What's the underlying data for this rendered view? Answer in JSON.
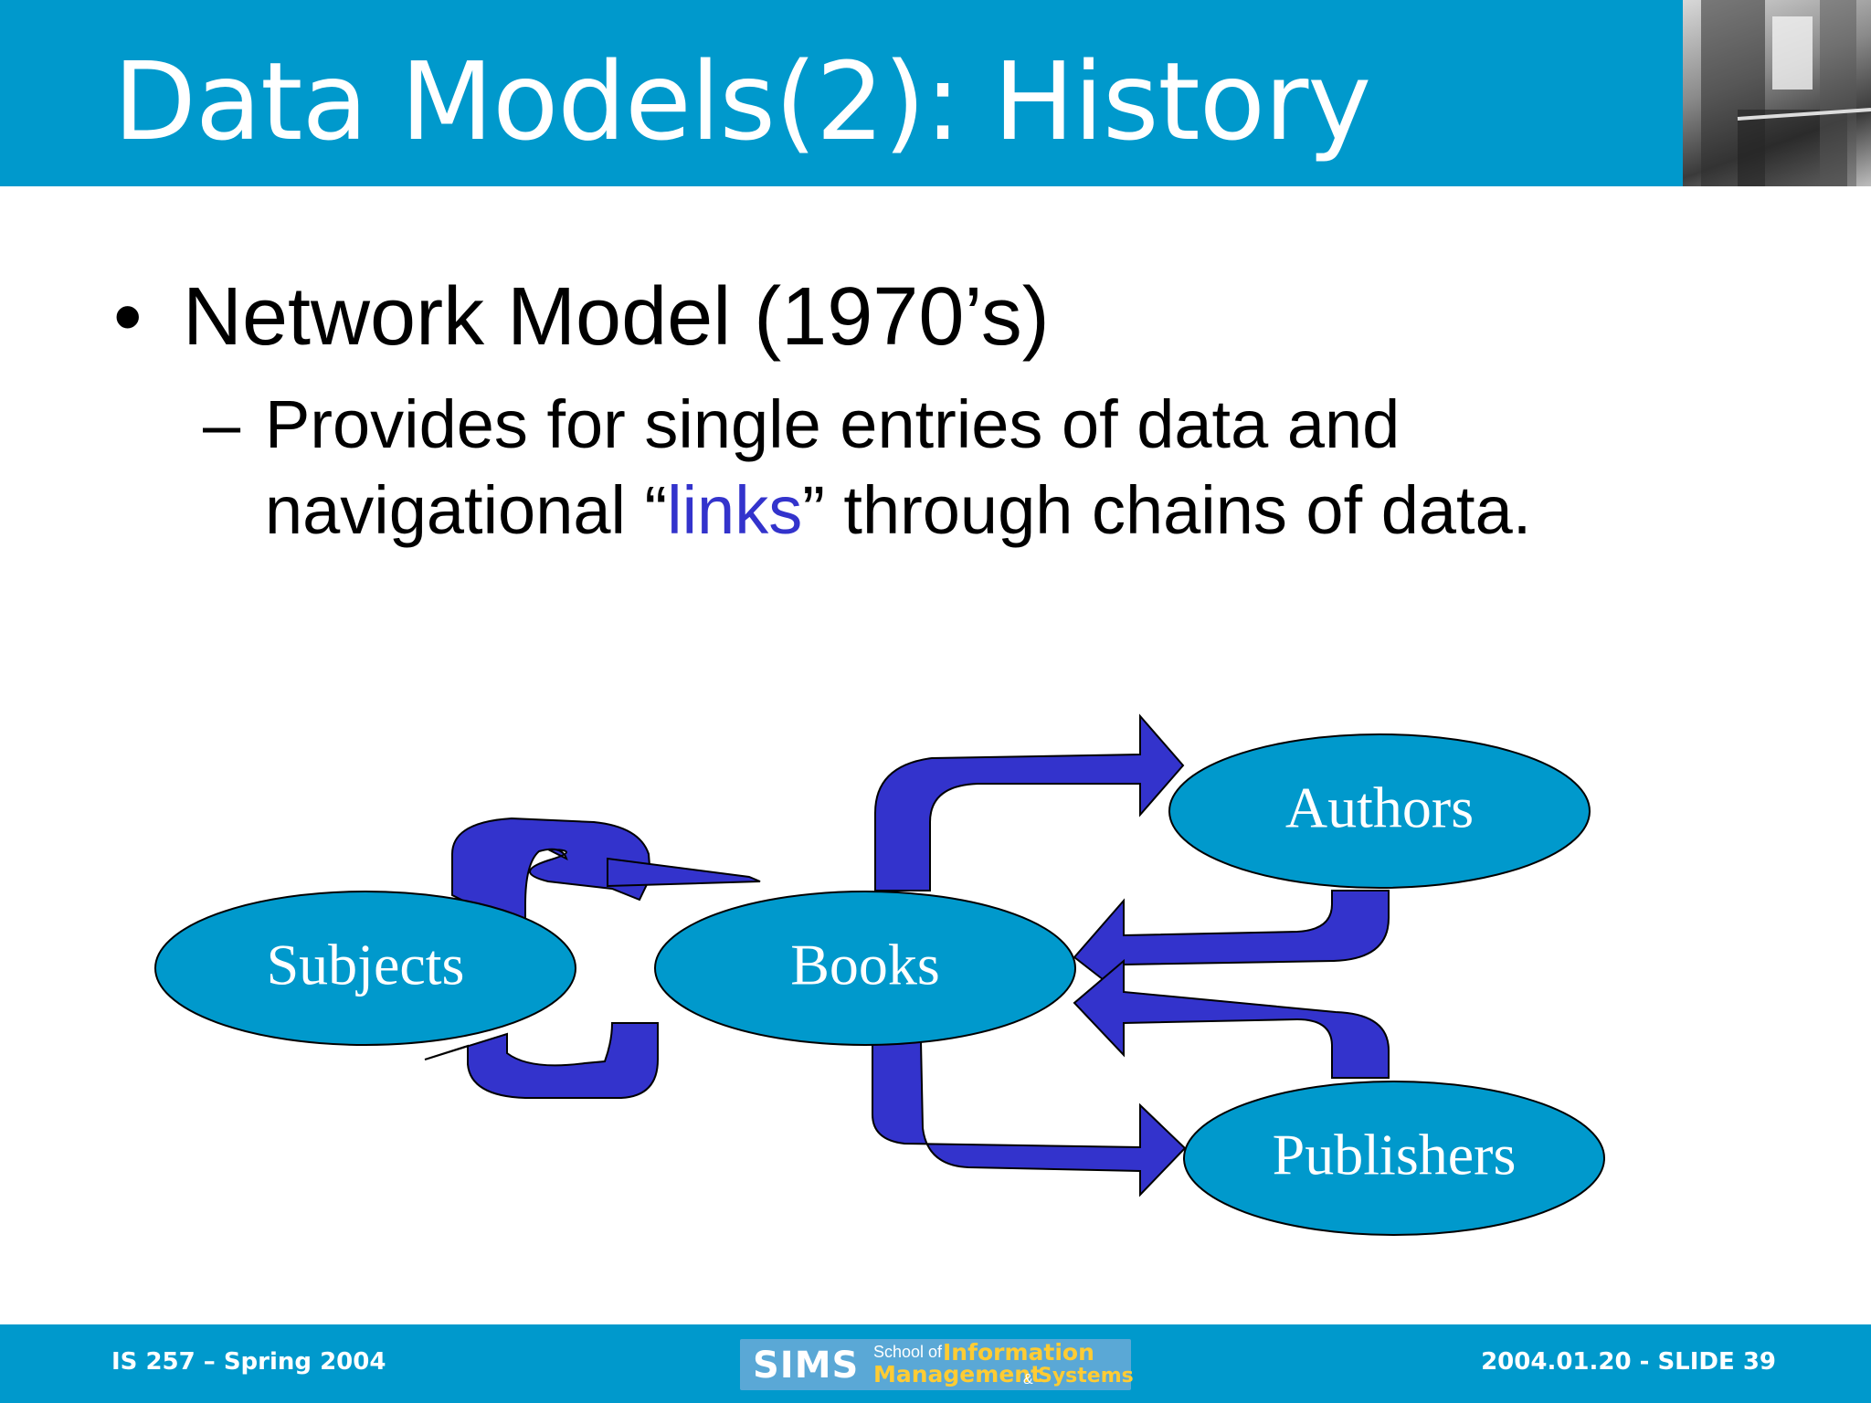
{
  "slide": {
    "title": "Data Models(2): History",
    "bullet": {
      "marker": "•",
      "text": "Network Model (1970’s)"
    },
    "sub_bullet": {
      "marker": "–",
      "line1": "Provides for single entries of data and",
      "line2_before": "navigational “",
      "line2_highlight": "links",
      "line2_after": "” through chains of data.",
      "highlight_color": "#3333cc"
    }
  },
  "diagram": {
    "nodes": [
      {
        "id": "subjects",
        "label": "Subjects"
      },
      {
        "id": "books",
        "label": "Books"
      },
      {
        "id": "authors",
        "label": "Authors"
      },
      {
        "id": "publishers",
        "label": "Publishers"
      }
    ],
    "links": [
      {
        "from": "subjects",
        "to": "books"
      },
      {
        "from": "books",
        "to": "subjects"
      },
      {
        "from": "books",
        "to": "authors"
      },
      {
        "from": "authors",
        "to": "books"
      },
      {
        "from": "books",
        "to": "publishers"
      },
      {
        "from": "publishers",
        "to": "books"
      }
    ],
    "colors": {
      "node_fill": "#0099cc",
      "arrow_fill": "#3333cc",
      "stroke": "#000000"
    }
  },
  "footer": {
    "left": "IS 257 – Spring 2004",
    "right": "2004.01.20 - SLIDE 39",
    "logo": {
      "sims": "SIMS",
      "school_of": "School of",
      "information": "Information",
      "management": "Management",
      "amp": "&",
      "systems": "Systems"
    }
  },
  "colors": {
    "header_bg": "#0099cc",
    "footer_bg": "#0099cc"
  }
}
